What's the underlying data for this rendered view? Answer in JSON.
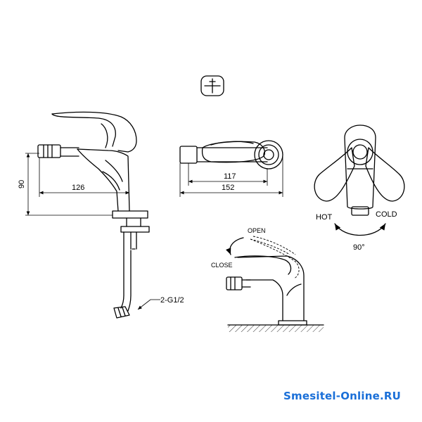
{
  "dimensions": {
    "height_90": "90",
    "reach_126": "126",
    "length_117": "117",
    "length_152": "152",
    "thread": "2-G1/2",
    "angle": "90°"
  },
  "labels": {
    "hot": "HOT",
    "cold": "COLD",
    "open": "OPEN",
    "close": "CLOSE"
  },
  "watermark": {
    "text": "Smesitel-Online.RU",
    "color": "#1a6fd8"
  },
  "icons": [
    "hot-cold-symbol-icon"
  ]
}
